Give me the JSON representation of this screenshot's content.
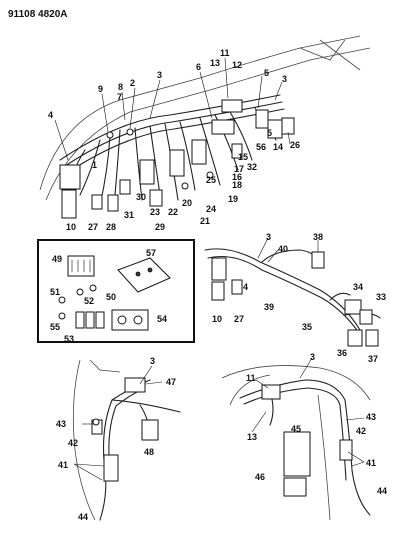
{
  "header": {
    "code": "91108 4820A"
  },
  "callouts": {
    "main_harness": [
      "1",
      "2",
      "3",
      "4",
      "5",
      "6",
      "7",
      "8",
      "9",
      "10",
      "11",
      "12",
      "13",
      "14",
      "15",
      "16",
      "17",
      "18",
      "19",
      "20",
      "21",
      "22",
      "23",
      "24",
      "25",
      "26",
      "27",
      "28",
      "29",
      "30",
      "31",
      "32",
      "56"
    ],
    "right_harness": [
      "3",
      "4",
      "10",
      "27",
      "33",
      "34",
      "35",
      "36",
      "37",
      "38",
      "39",
      "40"
    ],
    "inset_box": [
      "49",
      "50",
      "51",
      "52",
      "53",
      "54",
      "55",
      "57"
    ],
    "lower_left": [
      "3",
      "41",
      "42",
      "43",
      "44",
      "47",
      "48"
    ],
    "lower_right": [
      "3",
      "11",
      "13",
      "41",
      "42",
      "43",
      "44",
      "45",
      "46"
    ]
  }
}
